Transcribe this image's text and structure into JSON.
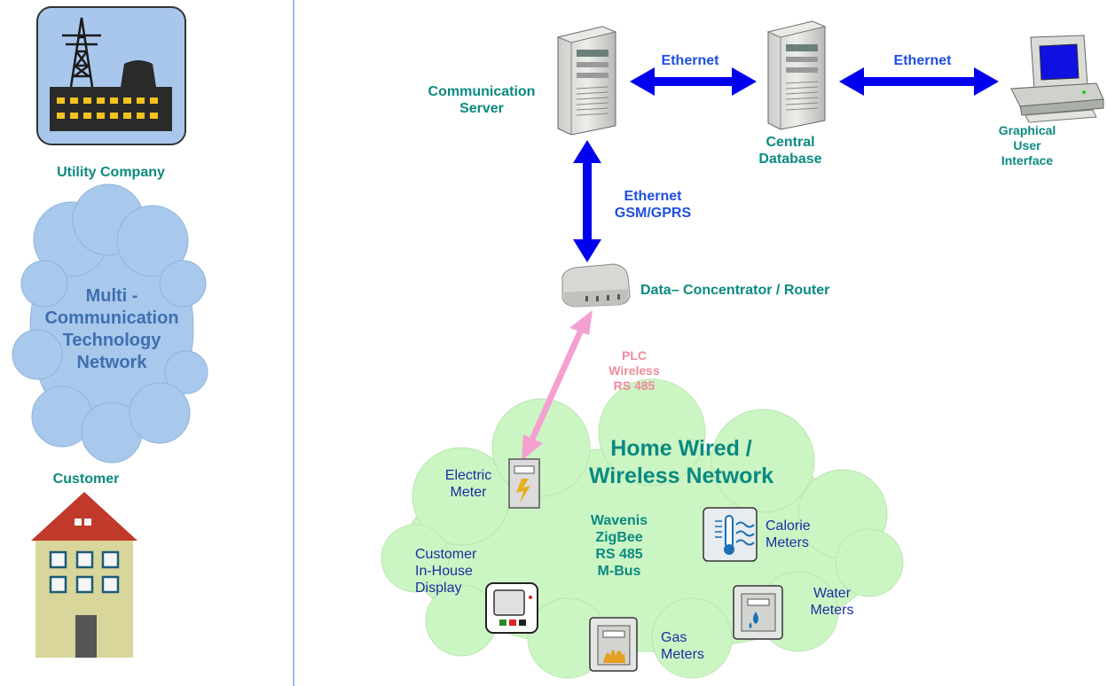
{
  "sidebar": {
    "utility_label": "Utility Company",
    "cloud_lines": [
      "Multi -",
      "Communication",
      "Technology",
      "Network"
    ],
    "customer_label": "Customer"
  },
  "nodes": {
    "comm_server": [
      "Communication",
      "Server"
    ],
    "central_db": [
      "Central",
      "Database"
    ],
    "gui": [
      "Graphical",
      "User",
      "Interface"
    ],
    "concentrator": "Data– Concentrator / Router"
  },
  "links": {
    "server_db": "Ethernet",
    "db_gui": "Ethernet",
    "server_concentrator": [
      "Ethernet",
      "GSM/GPRS"
    ],
    "concentrator_home": [
      "PLC",
      "Wireless",
      "RS 485"
    ]
  },
  "home": {
    "title": [
      "Home Wired /",
      "Wireless Network"
    ],
    "protocols": [
      "Wavenis",
      "ZigBee",
      "RS 485",
      "M-Bus"
    ],
    "electric": [
      "Electric",
      "Meter"
    ],
    "display": [
      "Customer",
      "In-House",
      "Display"
    ],
    "calorie": [
      "Calorie",
      "Meters"
    ],
    "water": [
      "Water",
      "Meters"
    ],
    "gas": [
      "Gas",
      "Meters"
    ]
  },
  "colors": {
    "teal": "#0a8a80",
    "blue_link": "#1f4fe0",
    "arrow_blue": "#0000ee",
    "arrow_pink": "#f4a0d0",
    "cloud_blue": "#a8c8ec",
    "cloud_green": "#ccf5c4"
  }
}
